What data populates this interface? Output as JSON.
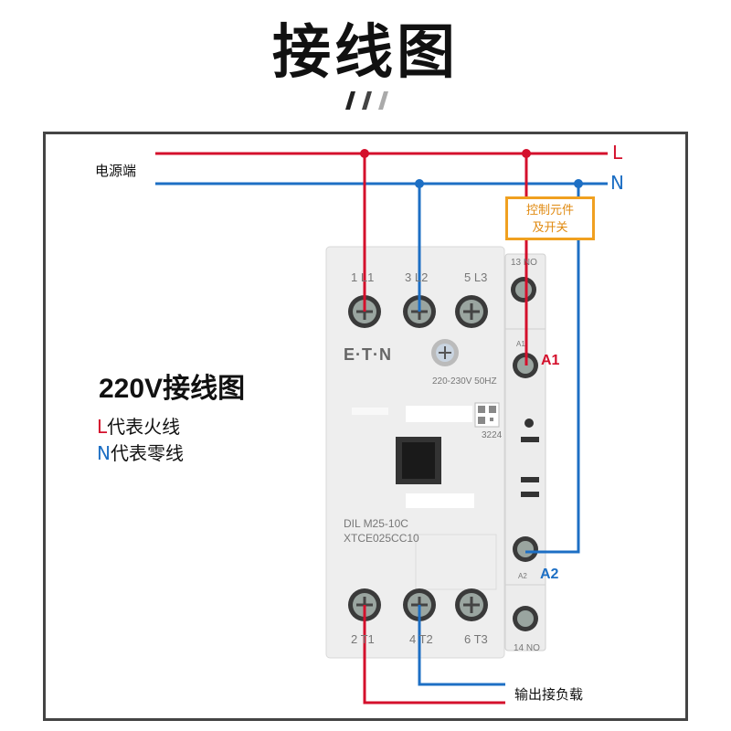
{
  "title": "接线图",
  "panel": {
    "source_label": "电源端",
    "output_label": "输出接负载",
    "line_L": "L",
    "line_N": "N",
    "control_box": [
      "控制元件",
      "及开关"
    ],
    "heading": "220V接线图",
    "legend": [
      {
        "letter": "L",
        "text": "代表火线"
      },
      {
        "letter": "N",
        "text": "代表零线"
      }
    ]
  },
  "contactor": {
    "brand": "E·T·N",
    "top_terminals": [
      "1 L1",
      "3 L2",
      "5 L3"
    ],
    "bottom_terminals": [
      "2 T1",
      "4 T2",
      "6 T3"
    ],
    "coil_rating": "220-230V 50HZ",
    "model_line1": "DIL M25-10C",
    "model_line2": "XTCE025CC10",
    "code": "3224",
    "aux_top": "13 NO",
    "aux_bottom": "14 NO",
    "coil_A1": "A1",
    "coil_A2": "A2",
    "coil_A1_small": "A1",
    "coil_A2_small": "A2"
  },
  "colors": {
    "live": "#d4102c",
    "neutral": "#1d6fc4",
    "control": "#f0a020"
  }
}
